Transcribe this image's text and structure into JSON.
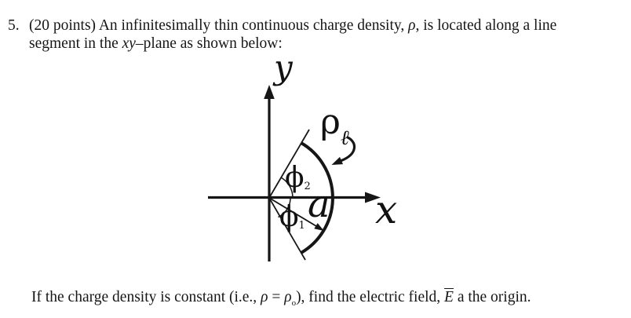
{
  "colors": {
    "background": "#ffffff",
    "ink": "#161616"
  },
  "problem": {
    "number": "5.",
    "line1_pre": "(20 points) An infinitesimally thin continuous charge density, ",
    "line1_rho": "ρ",
    "line1_post": ", is located along a line",
    "line2_pre": "segment in the ",
    "line2_xy": "xy",
    "line2_post": "–plane as shown below:"
  },
  "diagram": {
    "y_axis_label": "y",
    "x_axis_label": "x",
    "radius_label": "a",
    "upper_angle_label": {
      "base": "ϕ",
      "sub": "2"
    },
    "lower_angle_label": {
      "base": "ϕ",
      "sub": "1"
    },
    "line_charge_label": {
      "base": "ρ",
      "sub": "ℓ"
    }
  },
  "conclusion": {
    "pre": "If the charge density is constant (i.e., ",
    "rho": "ρ",
    "equals": " = ",
    "rho_o_base": "ρ",
    "rho_o_sub": "o",
    "mid": "), find the electric field, ",
    "e_field": "E",
    "post": " a the origin."
  }
}
